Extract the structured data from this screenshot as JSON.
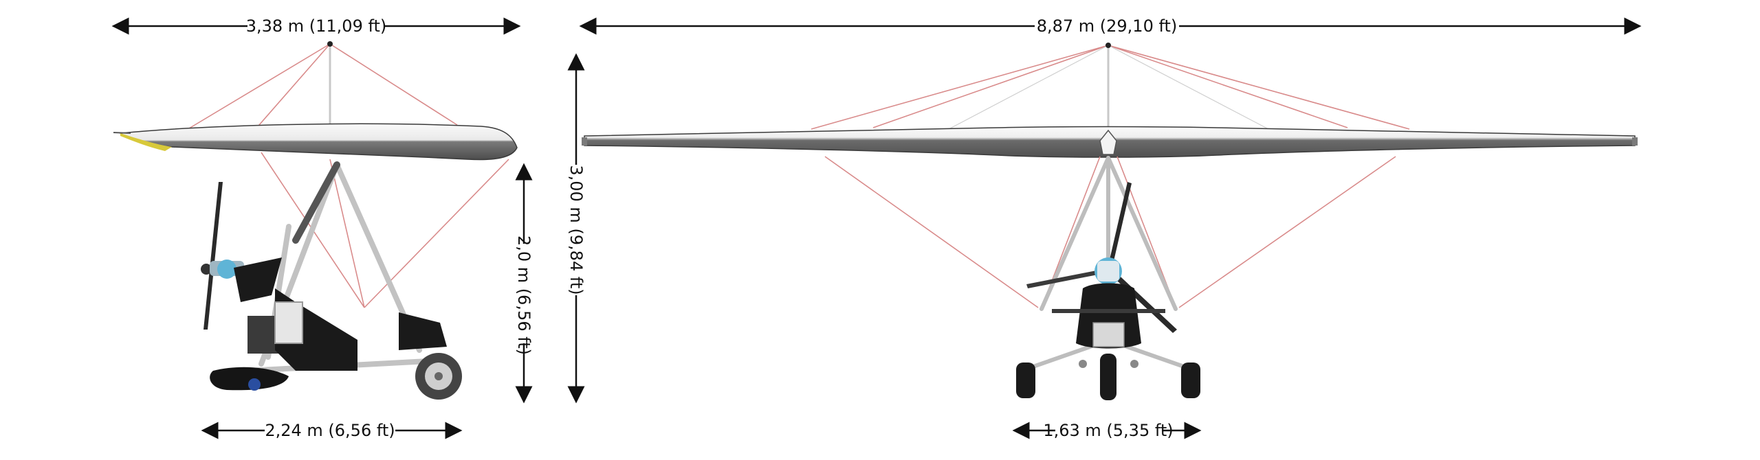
{
  "dimensions": {
    "side_wingspan": "3,38 m (11,09 ft)",
    "side_height": "2,0 m (6,56 ft)",
    "side_length": "2,24 m (6,56 ft)",
    "front_wingspan": "8,87 m (29,10 ft)",
    "front_height": "3,00 m (9,84 ft)",
    "front_track": "1,63 m (5,35 ft)"
  },
  "colors": {
    "wing_top": "#f4f4f4",
    "wing_bottom": "#6a6a6a",
    "wires": "#d98b8b",
    "frame": "#bdbdbd",
    "body": "#1a1a1a",
    "leading_edge_accent": "#d8c93a",
    "prop_hub": "#5fb4d6"
  }
}
